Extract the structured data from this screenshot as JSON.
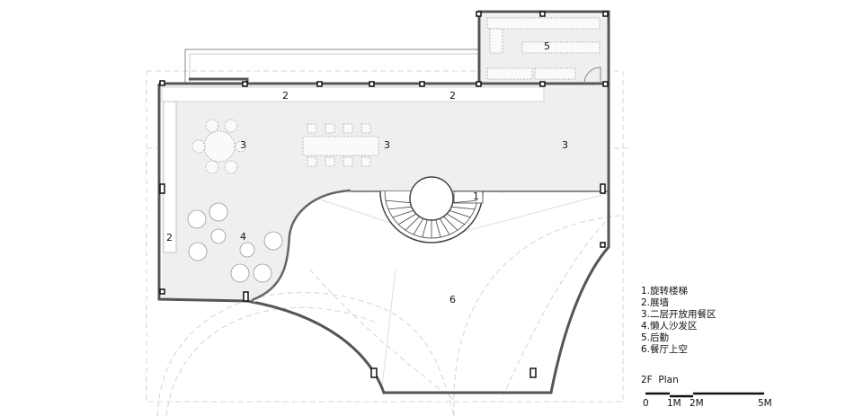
{
  "plan": {
    "title": "2F  Plan",
    "room_labels": {
      "stair": "1",
      "display_wall_a": "2",
      "display_wall_b": "2",
      "display_wall_c": "2",
      "dining_a": "3",
      "dining_b": "3",
      "dining_c": "3",
      "lounge": "4",
      "service": "5",
      "void": "6"
    },
    "legend": [
      "1.旋转楼梯",
      "2.展墙",
      "3.二层开放用餐区",
      "4.懒人沙发区",
      "5.后勤",
      "6.餐厅上空"
    ],
    "scale_bar": {
      "ticks": [
        "0",
        "1M",
        "2M",
        "5M"
      ]
    },
    "colors": {
      "floor": "#efefef",
      "wall": "#555555"
    }
  }
}
